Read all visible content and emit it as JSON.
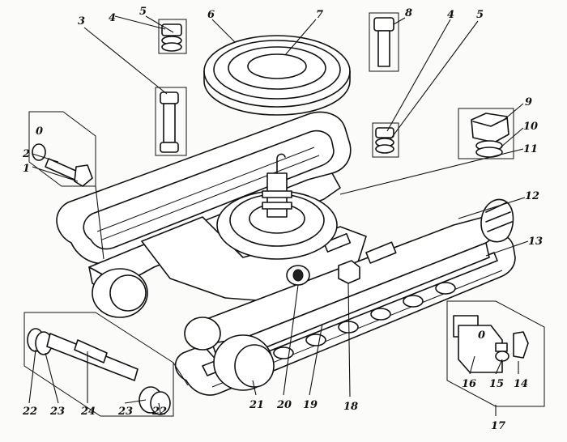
{
  "diagram": {
    "callouts": [
      {
        "id": "c1",
        "text": "1"
      },
      {
        "id": "c2",
        "text": "2"
      },
      {
        "id": "c3",
        "text": "3"
      },
      {
        "id": "c4a",
        "text": "4"
      },
      {
        "id": "c5a",
        "text": "5"
      },
      {
        "id": "c6",
        "text": "6"
      },
      {
        "id": "c7",
        "text": "7"
      },
      {
        "id": "c8",
        "text": "8"
      },
      {
        "id": "c4b",
        "text": "4"
      },
      {
        "id": "c5b",
        "text": "5"
      },
      {
        "id": "c9",
        "text": "9"
      },
      {
        "id": "c10",
        "text": "10"
      },
      {
        "id": "c11",
        "text": "11"
      },
      {
        "id": "c12",
        "text": "12"
      },
      {
        "id": "c13",
        "text": "13"
      },
      {
        "id": "c14",
        "text": "14"
      },
      {
        "id": "c15",
        "text": "15"
      },
      {
        "id": "c16",
        "text": "16"
      },
      {
        "id": "c17",
        "text": "17"
      },
      {
        "id": "c18",
        "text": "18"
      },
      {
        "id": "c19",
        "text": "19"
      },
      {
        "id": "c20",
        "text": "20"
      },
      {
        "id": "c21",
        "text": "21"
      },
      {
        "id": "c22a",
        "text": "22"
      },
      {
        "id": "c23a",
        "text": "23"
      },
      {
        "id": "c24",
        "text": "24"
      },
      {
        "id": "c23b",
        "text": "23"
      },
      {
        "id": "c22b",
        "text": "22"
      }
    ],
    "inset_marks": {
      "left": "0",
      "right": "0"
    }
  }
}
